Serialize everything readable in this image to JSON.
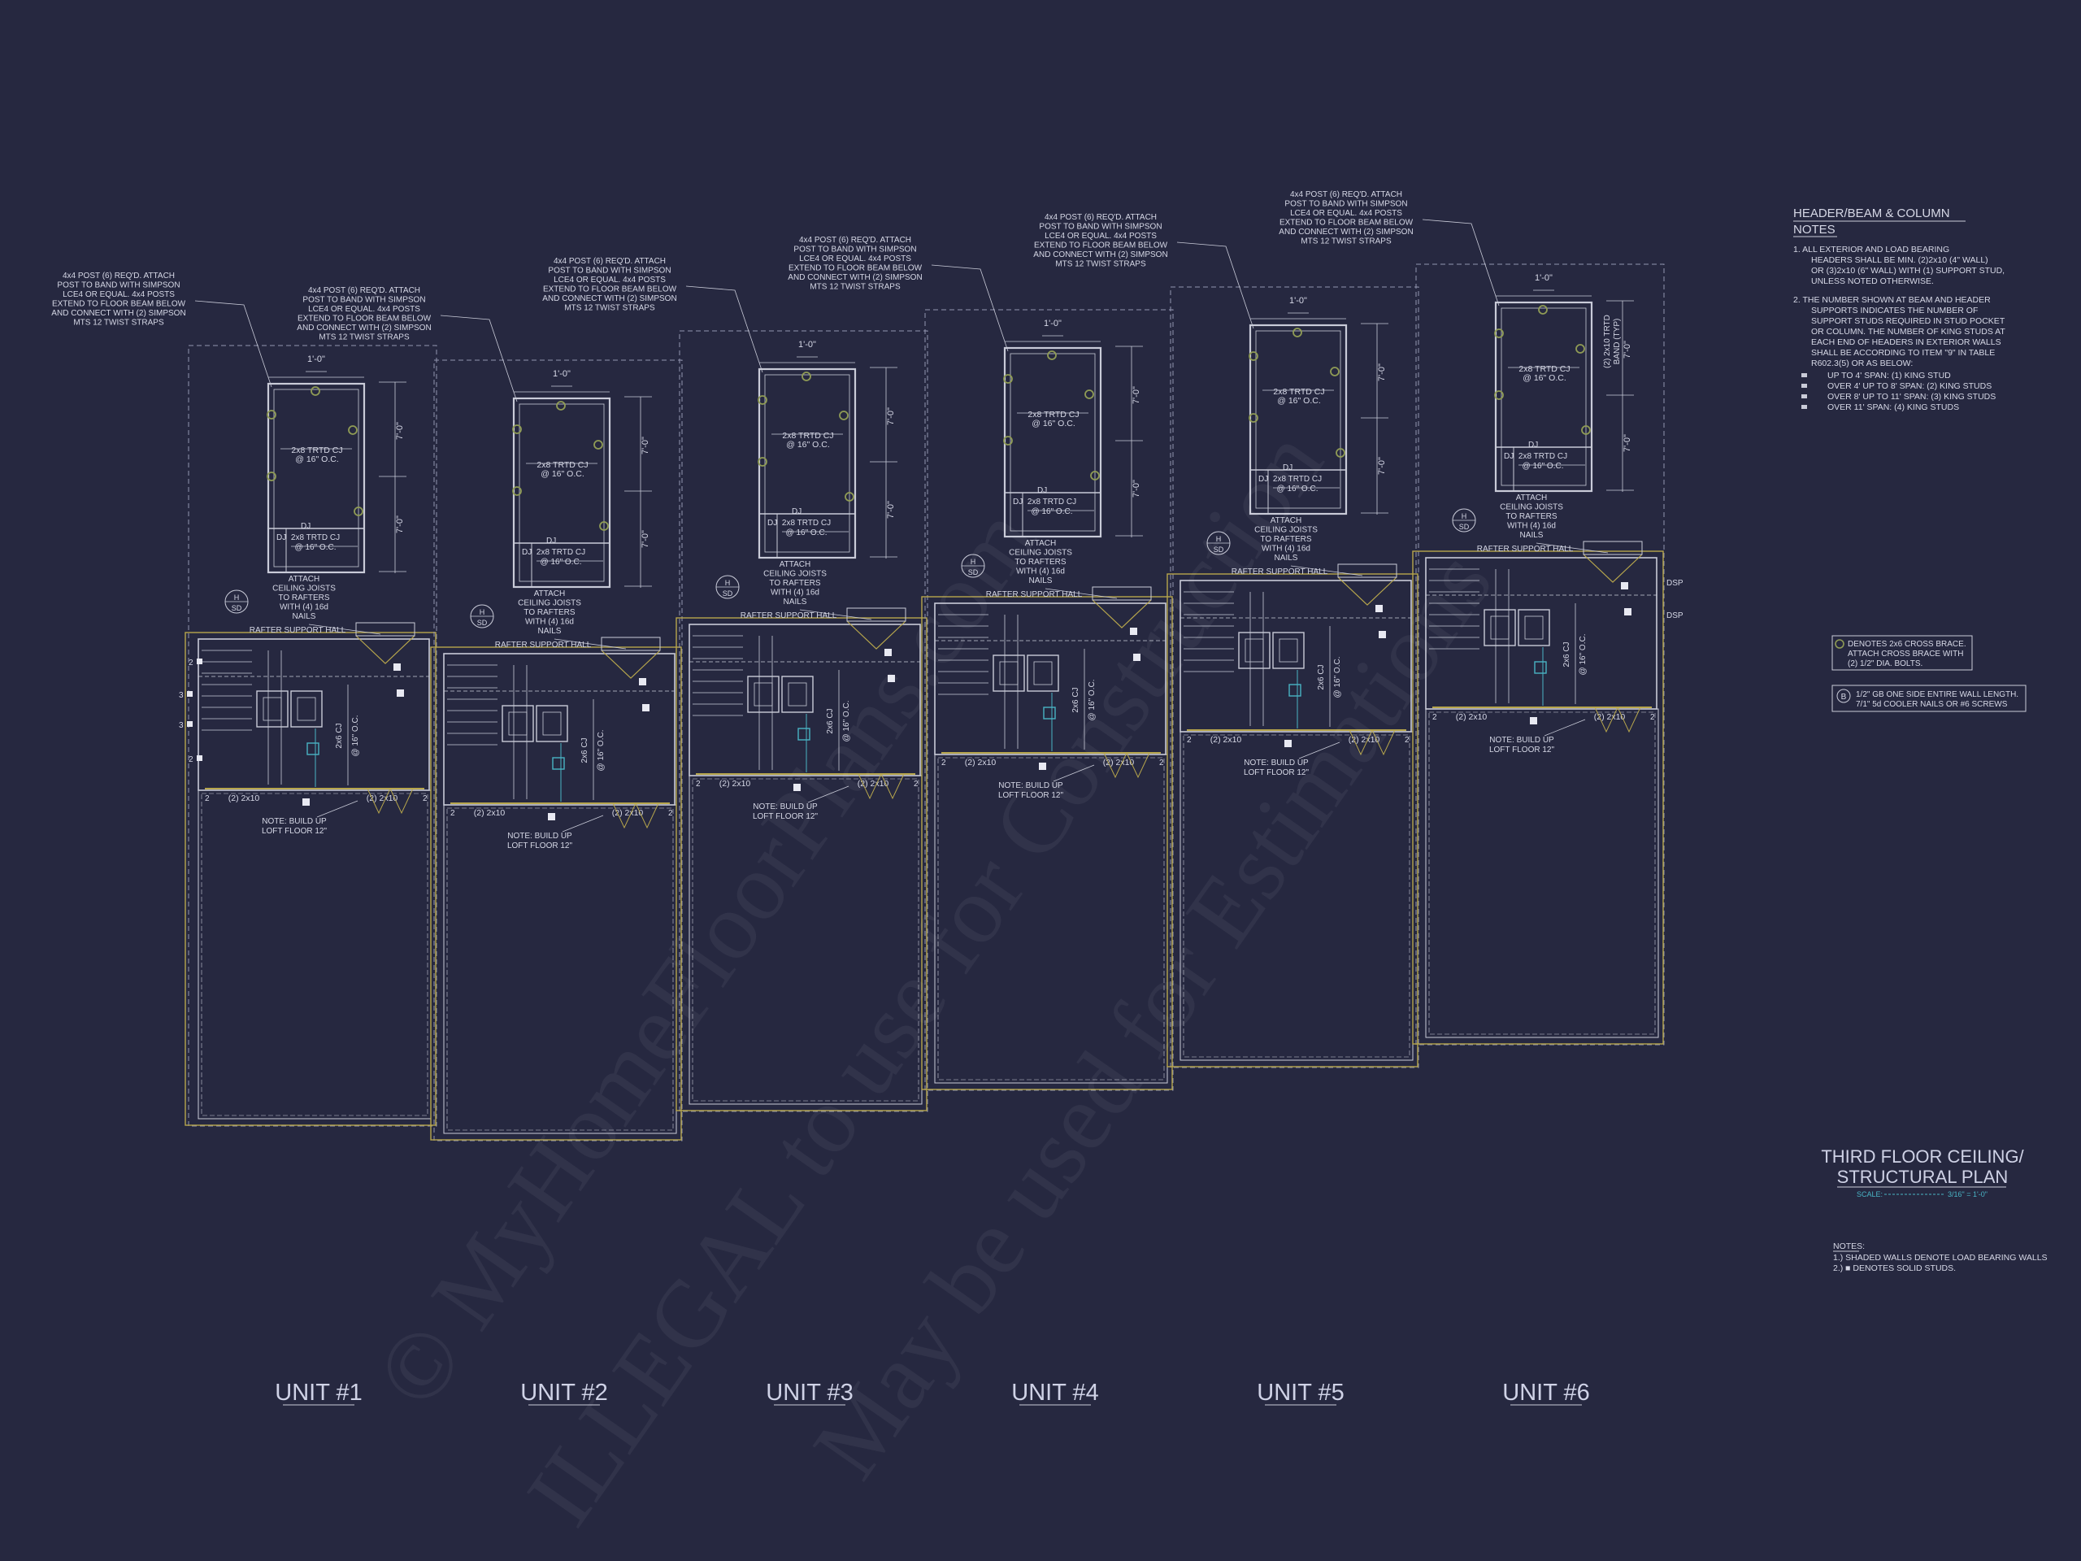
{
  "callout_post": [
    "4x4 POST (6) REQ'D.  ATTACH",
    "POST TO BAND WITH SIMPSON",
    "LCE4 OR EQUAL.  4x4 POSTS",
    "EXTEND TO FLOOR BEAM BELOW",
    "AND CONNECT WITH (2) SIMPSON",
    "MTS 12 TWIST STRAPS"
  ],
  "callout_ceiling": [
    "ATTACH",
    "CEILING JOISTS",
    "TO RAFTERS",
    "WITH (4) 16d",
    "NAILS"
  ],
  "rafter_wall": "RAFTER SUPPORT HALL",
  "build_up": [
    "NOTE: BUILD UP",
    "LOFT FLOOR 12\""
  ],
  "dim_top": "1'-0\"",
  "dim_side": "7'-0\"",
  "joist_label": [
    "2x8 TRTD CJ",
    "@ 16\" O.C."
  ],
  "dj_label": "DJ",
  "ceiling_joist": [
    "2x6 CJ",
    "@ 16\" O.C."
  ],
  "header_2x10": "(2) 2x10",
  "section_tag": [
    "H",
    "SD"
  ],
  "stud_counts": [
    "2",
    "3",
    "3",
    "2"
  ],
  "unit6_band": [
    "(2) 2x10 TRTD",
    "BAND (TYP)"
  ],
  "unit6_tags": [
    "DSP",
    "DSP"
  ],
  "units": [
    "UNIT #1",
    "UNIT #2",
    "UNIT #3",
    "UNIT #4",
    "UNIT #5",
    "UNIT #6"
  ],
  "notes_header": {
    "title": [
      "HEADER/BEAM & COLUMN",
      "NOTES"
    ],
    "note1": [
      "1.    ALL EXTERIOR AND LOAD BEARING",
      "HEADERS SHALL BE MIN. (2)2x10 (4\" WALL)",
      "OR (3)2x10 (6\" WALL) WITH (1) SUPPORT STUD,",
      "UNLESS NOTED OTHERWISE."
    ],
    "note2": [
      "2.    THE NUMBER SHOWN AT BEAM AND HEADER",
      "SUPPORTS INDICATES THE NUMBER OF",
      "SUPPORT STUDS REQUIRED IN STUD POCKET",
      "OR COLUMN. THE NUMBER OF KING STUDS AT",
      "EACH END OF HEADERS IN EXTERIOR WALLS",
      "SHALL BE ACCORDING TO ITEM \"9\" IN TABLE",
      "R602.3(5) OR AS BELOW:"
    ],
    "spans": [
      "UP TO 4' SPAN: (1) KING STUD",
      "OVER 4' UP TO 8' SPAN: (2) KING STUDS",
      "OVER 8' UP TO 11' SPAN: (3) KING STUDS",
      "OVER 11' SPAN: (4) KING STUDS"
    ]
  },
  "legend": {
    "brace": [
      "DENOTES 2x6 CROSS BRACE.",
      "ATTACH CROSS BRACE WITH",
      "(2) 1/2\" DIA. BOLTS."
    ],
    "wall_tag": "B",
    "wall": [
      "1/2\" GB ONE SIDE ENTIRE WALL LENGTH.",
      "7/1\" 5d COOLER NAILS OR #6 SCREWS"
    ]
  },
  "plan_title": [
    "THIRD FLOOR CEILING/",
    "STRUCTURAL PLAN"
  ],
  "scale": "SCALE:",
  "scale_value": "3/16\" = 1'-0\"",
  "bottom_notes": {
    "title": "NOTES:",
    "items": [
      "1.) SHADED WALLS DENOTE LOAD BEARING WALLS",
      "2.)  ■  DENOTES SOLID STUDS."
    ]
  },
  "watermark": [
    "© MyHomeFloorPlans.com",
    "ILLEGAL to use for Construction",
    "May be used for Estimations"
  ],
  "colors": {
    "background": "#262840",
    "line": "#c9cbd8",
    "dashed": "#9396b0",
    "accent_yellow": "#b7a64c",
    "accent_green": "#8f9b55",
    "accent_cyan": "#49b3c4",
    "text": "#d6d8e6"
  }
}
